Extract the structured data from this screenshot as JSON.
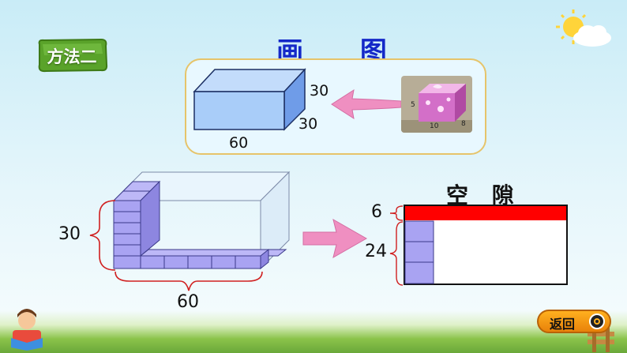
{
  "method": {
    "label": "方法二"
  },
  "title": "画 图 法",
  "top_box": {
    "height": "30",
    "depth": "30",
    "length": "60"
  },
  "photo": {
    "a": "5",
    "b": "10",
    "c": "8"
  },
  "left_box": {
    "height": "30",
    "length": "60"
  },
  "gap": {
    "title": "空 隙",
    "top": "6",
    "bottom": "24"
  },
  "nav": {
    "return_label": "返回"
  },
  "colors": {
    "box_fill": "#a9cdf9",
    "brick": "#a9a3f2",
    "red_bar": "#ff0000",
    "arrow": "#ef8fc1",
    "title_blue": "#1428c8"
  }
}
